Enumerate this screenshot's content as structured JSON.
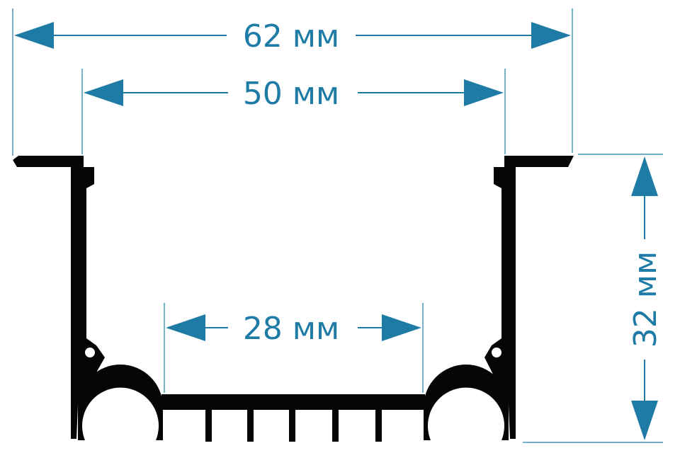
{
  "dimensions": {
    "outer_width": "62 мм",
    "inner_width": "50 мм",
    "base_width": "28 мм",
    "height": "32 мм"
  },
  "colors": {
    "dimension": "#1e7ba6",
    "profile": "#050505",
    "background": "#ffffff"
  }
}
